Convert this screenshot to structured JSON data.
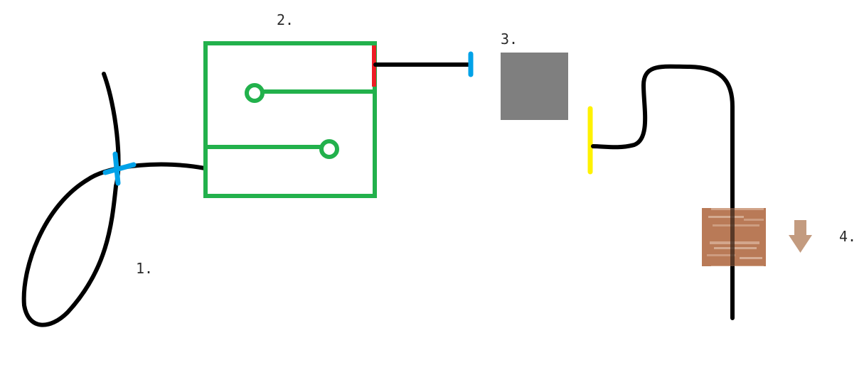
{
  "labels": {
    "step1": "1.",
    "step2": "2.",
    "step3": "3.",
    "step4": "4."
  },
  "colors": {
    "wire": "#000000",
    "box_outline": "#22b14c",
    "connector_red": "#ed1c24",
    "connector_blue": "#00a2e8",
    "connector_yellow": "#fff200",
    "gray_block": "#7f7f7f",
    "wood_block": "#b97a57",
    "arrow": "#c39b7f"
  },
  "icons": {
    "cross_joint": "cross-marker-icon",
    "down_arrow": "arrow-down-icon"
  }
}
